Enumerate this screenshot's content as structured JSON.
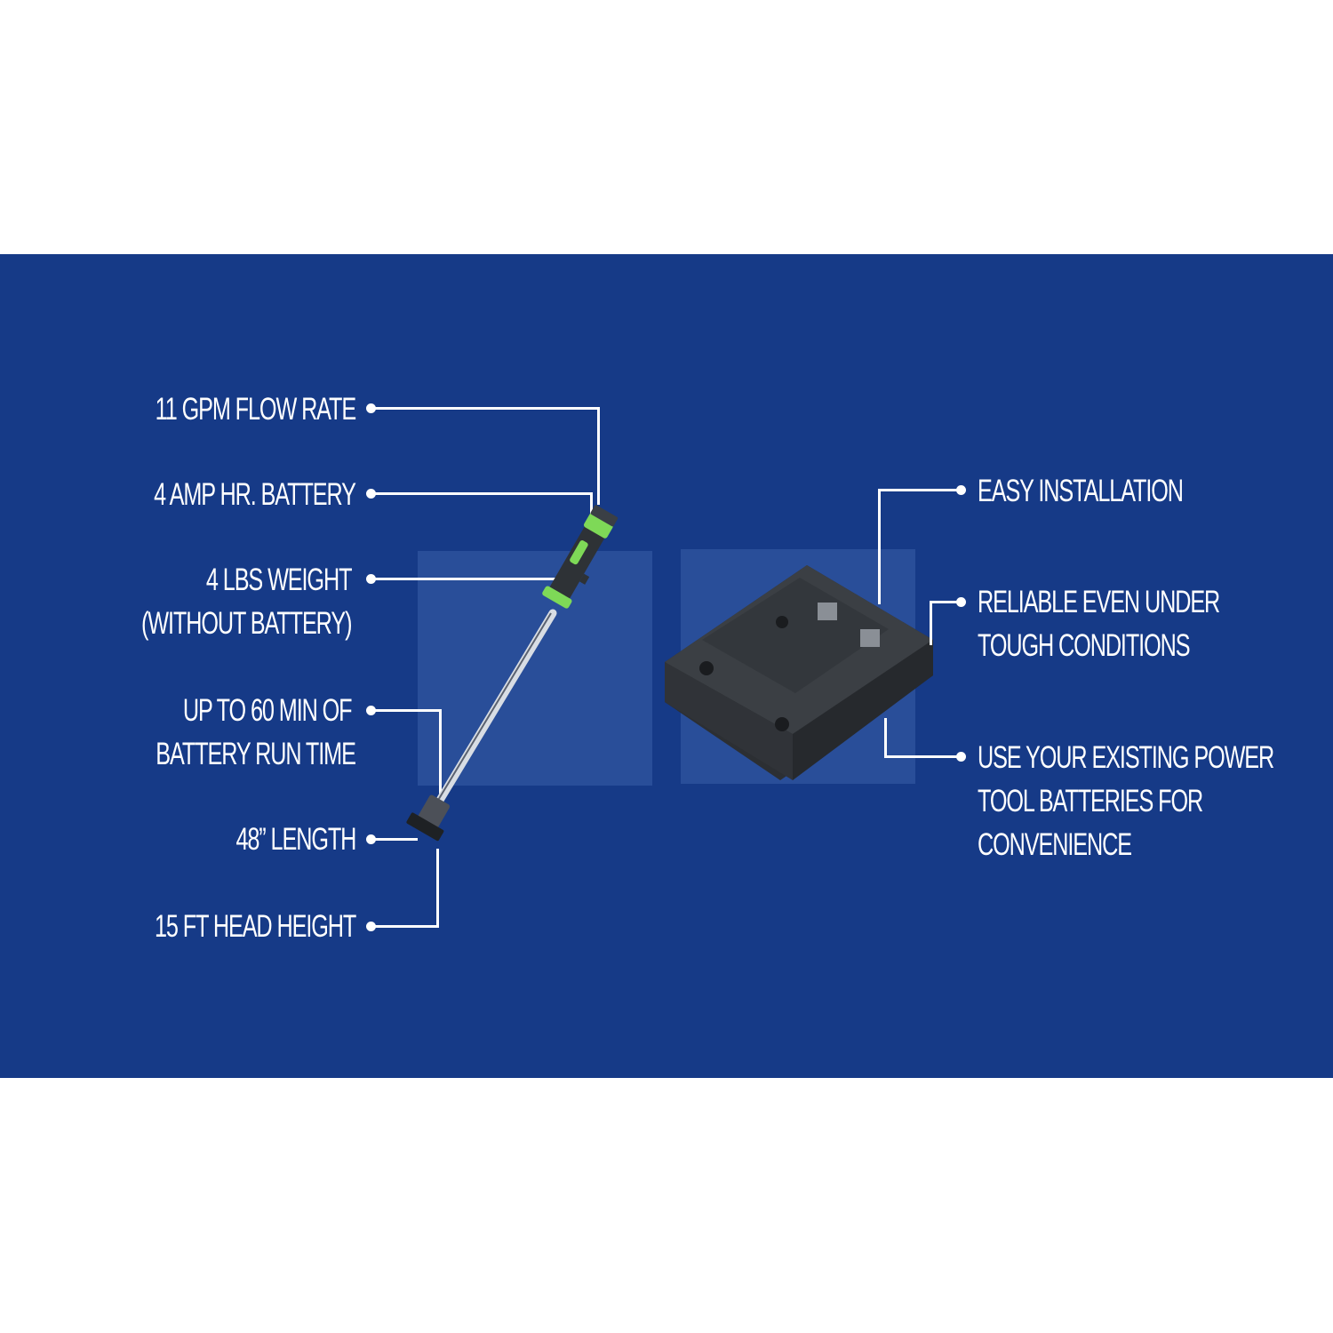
{
  "colors": {
    "panel_bg": "#163a87",
    "backdrop": "#2a4f9a",
    "text": "#ffffff",
    "accent_green": "#7ed957"
  },
  "left_features": [
    {
      "lines": [
        "11 GPM FLOW RATE"
      ]
    },
    {
      "lines": [
        "4 AMP HR. BATTERY"
      ]
    },
    {
      "lines": [
        "4 LBS WEIGHT",
        "(WITHOUT BATTERY)"
      ]
    },
    {
      "lines": [
        "UP TO 60 MIN OF",
        "BATTERY RUN TIME"
      ]
    },
    {
      "lines": [
        "48” LENGTH"
      ]
    },
    {
      "lines": [
        "15 FT HEAD HEIGHT"
      ]
    }
  ],
  "right_features": [
    {
      "lines": [
        "EASY INSTALLATION"
      ]
    },
    {
      "lines": [
        "RELIABLE EVEN UNDER",
        "TOUGH CONDITIONS"
      ]
    },
    {
      "lines": [
        "USE YOUR EXISTING POWER",
        "TOOL BATTERIES FOR",
        "CONVENIENCE"
      ]
    }
  ],
  "images": {
    "left_product": "pump-wand",
    "right_product": "battery-adapter-mount"
  }
}
